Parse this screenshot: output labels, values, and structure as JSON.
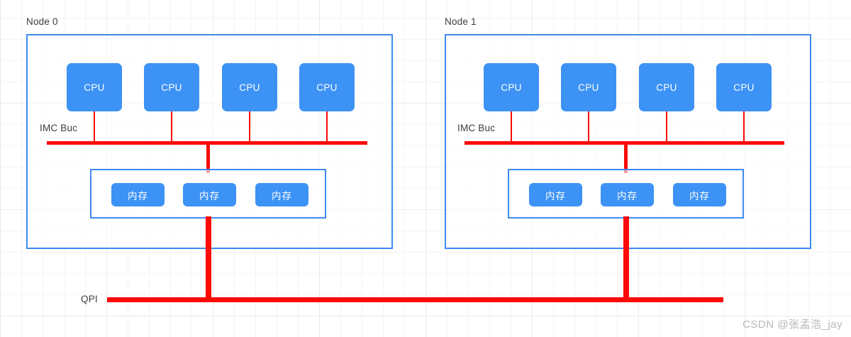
{
  "diagram": {
    "title": "NUMA architecture diagram",
    "colors": {
      "node_border": "#3d8bf2",
      "block_fill": "#3d92f5",
      "block_text": "#ffffff",
      "wire": "#fb0b08",
      "grid": "#ebebeb",
      "label_text": "#3c3c3c",
      "watermark_text": "#b8b8b8"
    }
  },
  "nodes": [
    {
      "label": "Node 0",
      "bus_label": "IMC Buc",
      "cpus": [
        {
          "label": "CPU"
        },
        {
          "label": "CPU"
        },
        {
          "label": "CPU"
        },
        {
          "label": "CPU"
        }
      ],
      "memories": [
        {
          "label": "内存"
        },
        {
          "label": "内存"
        },
        {
          "label": "内存"
        }
      ]
    },
    {
      "label": "Node 1",
      "bus_label": "IMC Buc",
      "cpus": [
        {
          "label": "CPU"
        },
        {
          "label": "CPU"
        },
        {
          "label": "CPU"
        },
        {
          "label": "CPU"
        }
      ],
      "memories": [
        {
          "label": "内存"
        },
        {
          "label": "内存"
        },
        {
          "label": "内存"
        }
      ]
    }
  ],
  "interconnect": {
    "label": "QPI"
  },
  "watermark": {
    "text": "CSDN @张孟浩_jay"
  }
}
